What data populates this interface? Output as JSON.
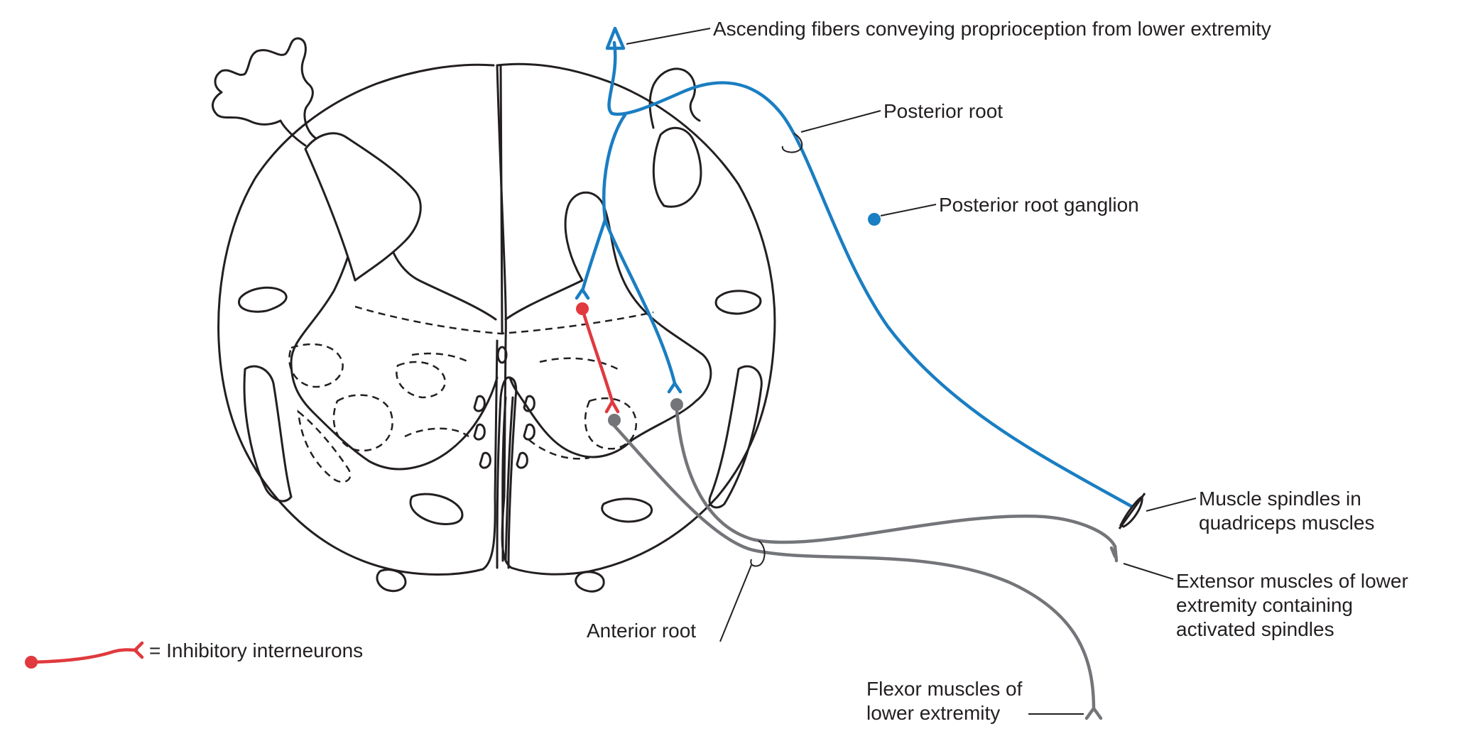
{
  "colors": {
    "sensory_fiber": "#1a7ec2",
    "motor_fiber": "#737579",
    "inhibitory_interneuron": "#e0393e",
    "outline": "#231f20"
  },
  "labels": {
    "ascending_fibers": "Ascending fibers conveying proprioception from lower extremity",
    "posterior_root": "Posterior root",
    "posterior_root_ganglion": "Posterior root ganglion",
    "muscle_spindles_line1": "Muscle spindles in",
    "muscle_spindles_line2": "quadriceps muscles",
    "extensor_line1": "Extensor muscles of lower",
    "extensor_line2": "extremity containing",
    "extensor_line3": "activated spindles",
    "anterior_root": "Anterior root",
    "flexor_line1": "Flexor muscles of",
    "flexor_line2": "lower extremity"
  },
  "legend": {
    "inhibitory_interneurons": "= Inhibitory interneurons"
  }
}
